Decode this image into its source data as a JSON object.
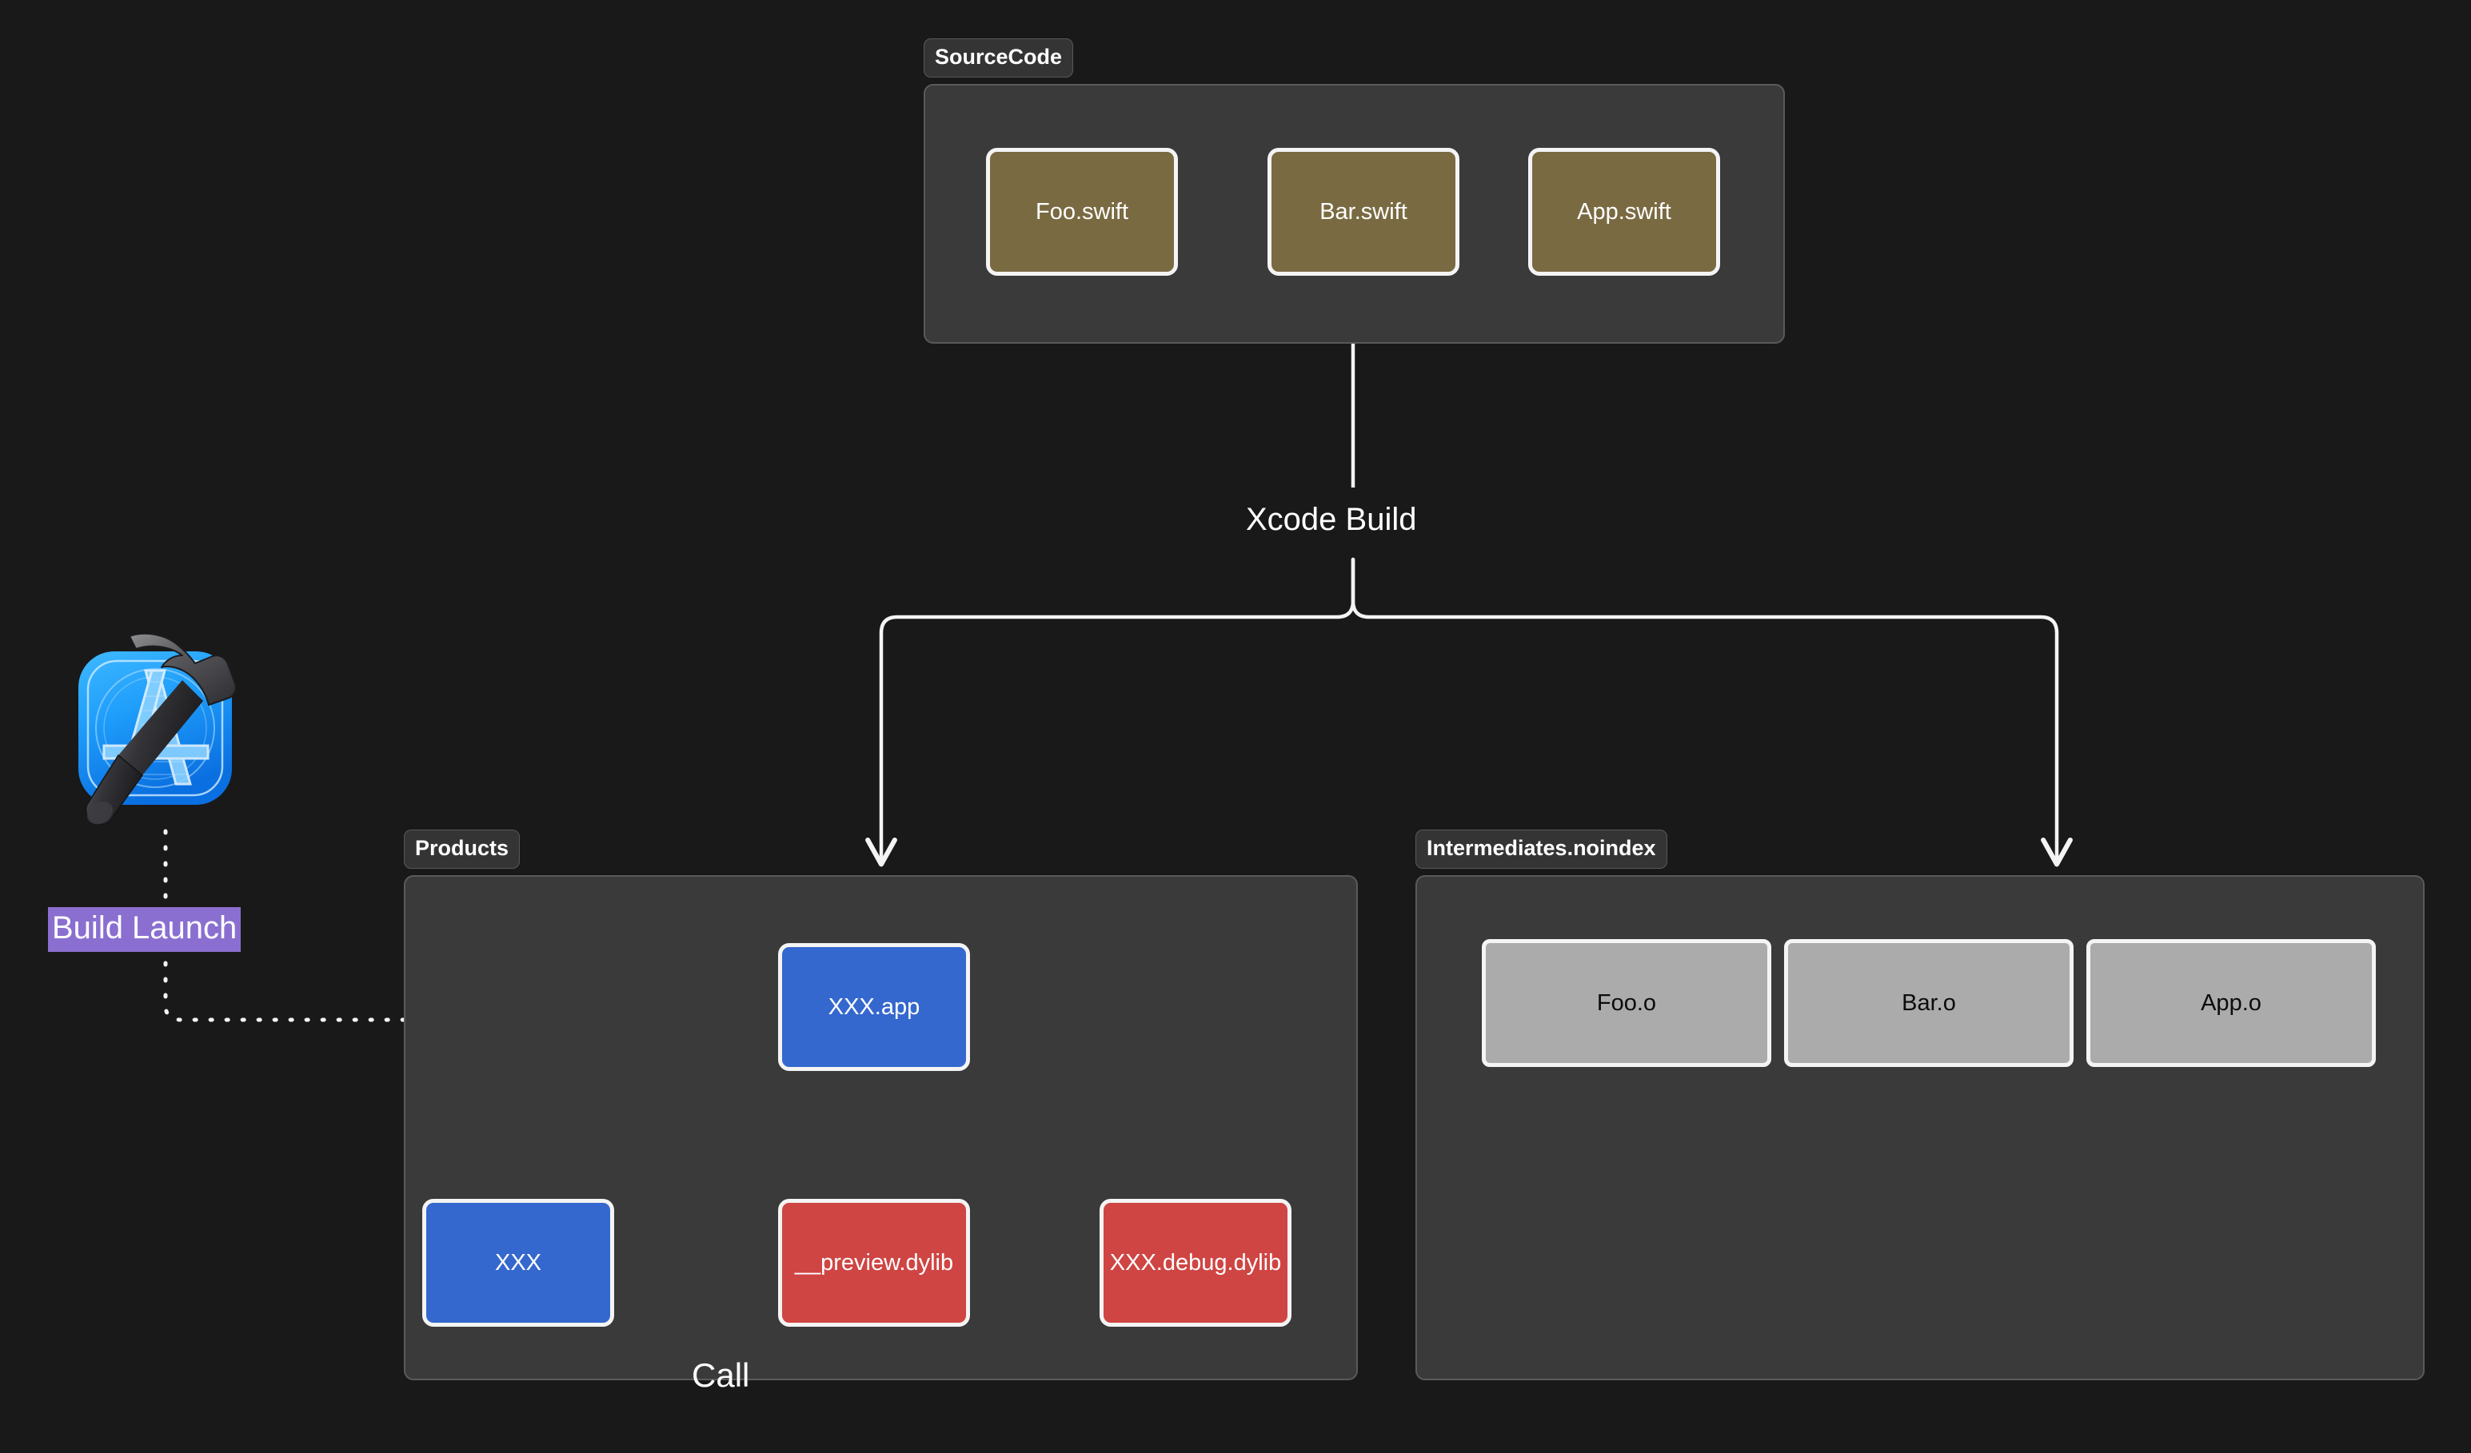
{
  "theme": {
    "page_background": "#191919",
    "panel_background": "#3a3a3a",
    "panel_border": "#5a5a5a",
    "edge_color": "#f4f4f4",
    "swift_fill": "#7a6a42",
    "app_fill": "#3568ce",
    "dylib_fill": "#cf4543",
    "object_fill": "#ababab",
    "highlight_fill": "#8a6fd1"
  },
  "groups": {
    "source_code": {
      "label": "SourceCode",
      "nodes": [
        {
          "label": "Foo.swift"
        },
        {
          "label": "Bar.swift"
        },
        {
          "label": "App.swift"
        }
      ]
    },
    "products": {
      "label": "Products",
      "nodes": [
        {
          "label": "XXX.app"
        },
        {
          "label": "XXX"
        },
        {
          "label": "__preview.dylib"
        },
        {
          "label": "XXX.debug.dylib"
        }
      ]
    },
    "intermediates": {
      "label": "Intermediates.noindex",
      "nodes": [
        {
          "label": "Foo.o"
        },
        {
          "label": "Bar.o"
        },
        {
          "label": "App.o"
        }
      ]
    }
  },
  "edge_labels": {
    "xcode_build": "Xcode Build",
    "build_launch": "Build Launch",
    "call": "Call"
  },
  "icons": {
    "xcode_app": "xcode-app-icon"
  }
}
